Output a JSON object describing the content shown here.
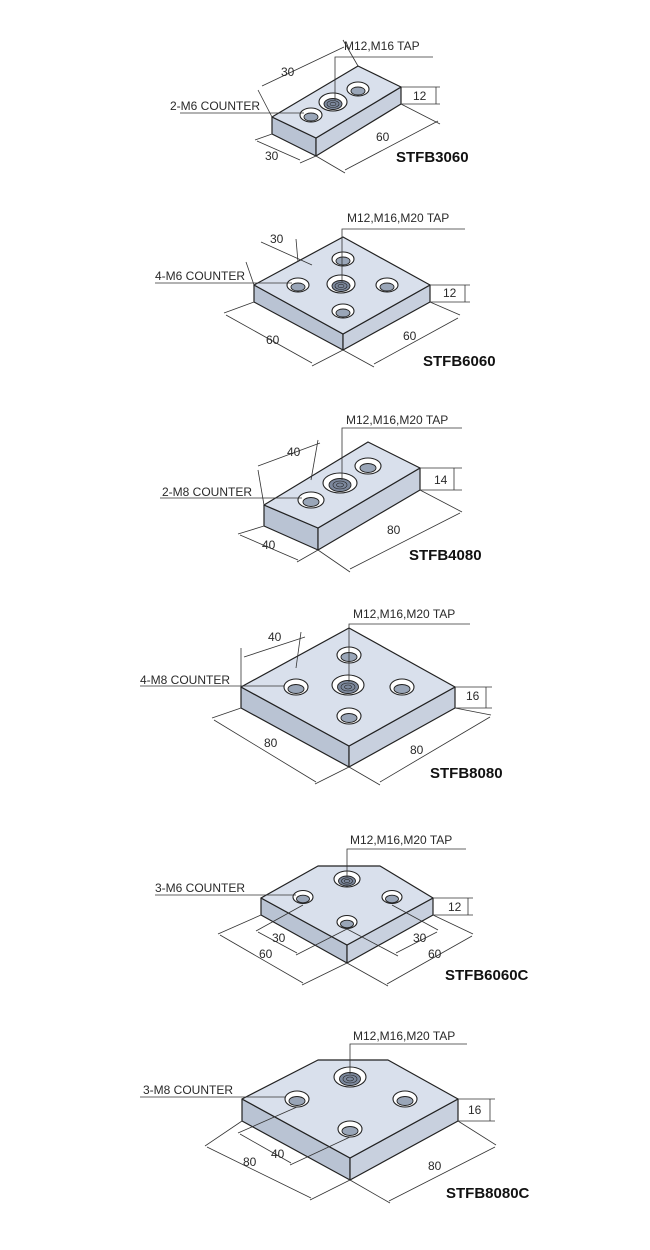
{
  "items": [
    {
      "model": "STFB3060",
      "tap_label": "M12,M16 TAP",
      "counter_label": "2-M6 COUNTER",
      "dims": {
        "top_left": "30",
        "bottom_left": "30",
        "bottom_right": "60",
        "height": "12"
      }
    },
    {
      "model": "STFB6060",
      "tap_label": "M12,M16,M20 TAP",
      "counter_label": "4-M6 COUNTER",
      "dims": {
        "top_left": "30",
        "bottom_left": "60",
        "bottom_right": "60",
        "height": "12"
      }
    },
    {
      "model": "STFB4080",
      "tap_label": "M12,M16,M20 TAP",
      "counter_label": "2-M8 COUNTER",
      "dims": {
        "top_left": "40",
        "bottom_left": "40",
        "bottom_right": "80",
        "height": "14"
      }
    },
    {
      "model": "STFB8080",
      "tap_label": "M12,M16,M20 TAP",
      "counter_label": "4-M8 COUNTER",
      "dims": {
        "top_left": "40",
        "bottom_left": "80",
        "bottom_right": "80",
        "height": "16"
      }
    },
    {
      "model": "STFB6060C",
      "tap_label": "M12,M16,M20 TAP",
      "counter_label": "3-M6 COUNTER",
      "dims": {
        "inner_left": "30",
        "bottom_left": "60",
        "inner_right": "30",
        "bottom_right": "60",
        "height": "12"
      }
    },
    {
      "model": "STFB8080C",
      "tap_label": "M12,M16,M20 TAP",
      "counter_label": "3-M8 COUNTER",
      "dims": {
        "inner_left": "40",
        "bottom_left": "80",
        "bottom_right": "80",
        "height": "16"
      }
    }
  ]
}
